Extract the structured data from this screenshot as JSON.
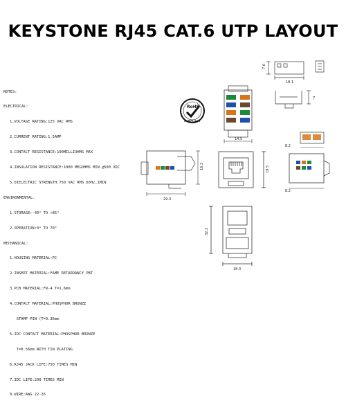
{
  "title": "KEYSTONE RJ45 CAT.6 UTP LAYOUT",
  "notes": {
    "heading": "NOTES:",
    "electrical": {
      "label": "ELECTRICAL:",
      "items": [
        "1.VOLTAGE RATING:125 VAC RMS",
        "2.CURRENT RATING:1.5AMP",
        "3.CONTACT RESISTANCE:100MILLIOHMS MAX",
        "4.INSULATION RESISTANCE:1000 MEGOHMS MIN @500 VDC",
        "5.DIELECTRIC STRENGTH:750 VAC RMS 60Hz,1MIN"
      ]
    },
    "environmental": {
      "label": "ENVIRONMENTAL:",
      "items": [
        "1.STORAGE:-40° TO +85°",
        "2.OPERATION:0° TO 70°"
      ]
    },
    "mechanical": {
      "label": "MECHANICAL:",
      "items": [
        "1.HOUSING MATERIAL:PC",
        "2.INSERT MATERIAL:FAME RETARDANCY PBT",
        "3.PCB MATERIAL:FR-4 T=1.6mm",
        "4.CONTACT MATERIAL:PHOSPHOR BRONZE",
        "   STAMP PIN (T=0.36mm",
        "5.IDC CONTACT MATERIAL:PHOSPHOR BRONZE",
        "   T=0.56mm WITH TIN PLATING",
        "6.RJ45 JACK LIFE:750 TIMES MIN",
        "7.IDC LIFE:200 TIMES MIN",
        "8.WIRE:AWG 22-26"
      ]
    }
  },
  "badge": {
    "label": "RoHS",
    "sub": "COMPLIANT"
  },
  "dimensions": {
    "top_height": "7.6",
    "top_width": "18.1",
    "side_small": "7",
    "front_width": "14.5",
    "side_length": "29.3",
    "side_height": "16.2",
    "front_height": "19.5",
    "end_width_top": "8.2",
    "end_width_bottom": "8.2",
    "bottom_height": "32.2",
    "bottom_width": "18.3"
  }
}
